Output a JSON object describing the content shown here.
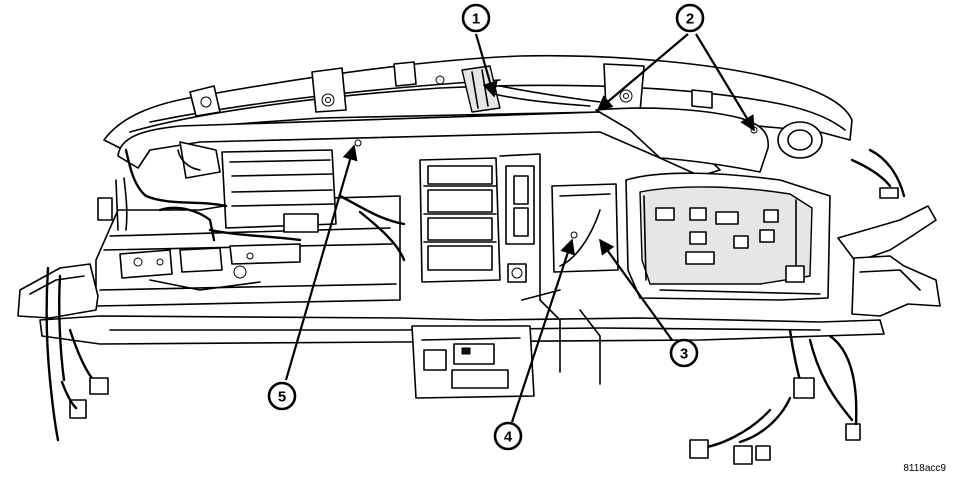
{
  "callouts": [
    {
      "number": "1"
    },
    {
      "number": "2"
    },
    {
      "number": "3"
    },
    {
      "number": "4"
    },
    {
      "number": "5"
    }
  ],
  "figure_id": "8118acc9"
}
